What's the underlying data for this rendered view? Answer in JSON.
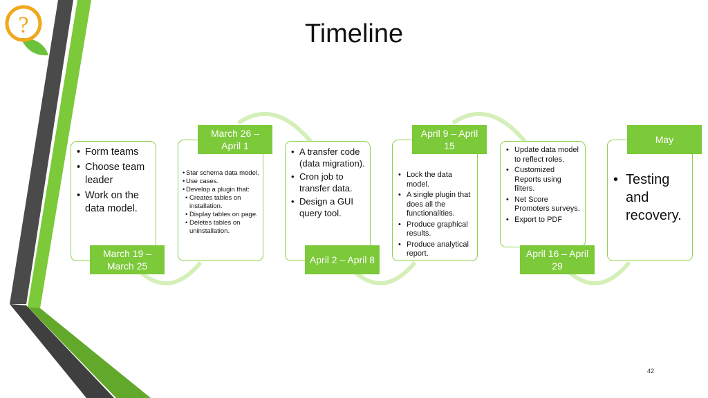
{
  "slide": {
    "title": "Timeline",
    "page_number": "42"
  },
  "phases": [
    {
      "label": "March 19 – March 25",
      "items": [
        "Form teams",
        "Choose team leader",
        "Work on the data model."
      ]
    },
    {
      "label": "March 26 – April 1",
      "items": [
        "Star schema data model.",
        "Use cases.",
        "Develop a plugin that:",
        "Creates tables on installation.",
        "Display tables on page.",
        "Deletes tables on uninstallation."
      ]
    },
    {
      "label": "April 2 – April 8",
      "items": [
        "A transfer code (data migration).",
        "Cron job to transfer data.",
        "Design a GUI query tool."
      ]
    },
    {
      "label": "April 9 – April 15",
      "items": [
        "Lock the data model.",
        "A single plugin that does all the functionalities.",
        "Produce graphical results.",
        "Produce analytical report."
      ]
    },
    {
      "label": "April 16 – April 29",
      "items": [
        "Update data model to reflect roles.",
        "Customized Reports using filters.",
        "Net Score Promoters surveys.",
        "Export to PDF"
      ]
    },
    {
      "label": "May",
      "items": [
        "Testing and recovery."
      ]
    }
  ],
  "colors": {
    "accent": "#7cc93a",
    "dark_stripe": "#3f3f3f",
    "logo": "#f0a81c"
  }
}
